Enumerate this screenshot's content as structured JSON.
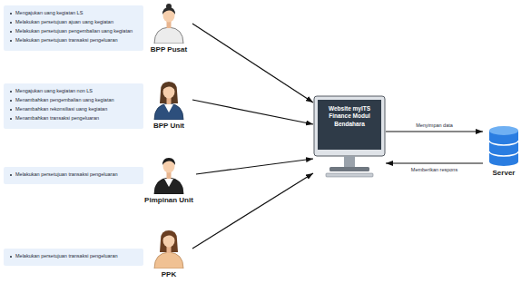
{
  "diagram": {
    "nodes": [
      {
        "text": [
          "Mengajukan uang kegiatan LS",
          "Melakukan persetujuan ajuan uang kegiatan",
          "Melakukan persetujuan pengembalian uang kegiatan",
          "Melakukan persetujuan transaksi pengeluaran"
        ]
      },
      {
        "text": [
          "BPP Pusat"
        ]
      },
      {
        "text": [
          "Mengajukan uang kegiatan non LS",
          "Menambahkan pengembalian uang kegiatan",
          "Menambahkan rekonsiliasi uang kegiatan",
          "Menambahkan transaksi pengeluaran"
        ]
      },
      {
        "text": [
          "BPP Unit"
        ]
      },
      {
        "text": [
          "Melakukan persetujuan transaksi pengeluaran"
        ]
      },
      {
        "text": [
          "Pimpinan Unit"
        ]
      },
      {
        "text": [
          "Melakukan persetujuan transaksi pengeluaran"
        ]
      },
      {
        "text": [
          "PPK"
        ]
      },
      {
        "text": [
          "Website myITS Finance Modul Bendahara"
        ]
      },
      {
        "text": [
          "Server"
        ]
      }
    ],
    "edges": [
      {
        "from": 1,
        "to": 8,
        "arrow": "to"
      },
      {
        "from": 3,
        "to": 8,
        "arrow": "to"
      },
      {
        "from": 5,
        "to": 8,
        "arrow": "to"
      },
      {
        "from": 7,
        "to": 8,
        "arrow": "to"
      },
      {
        "from": 8,
        "to": 9,
        "label": "Menyimpan data",
        "arrow": "to"
      },
      {
        "from": 9,
        "to": 8,
        "label": "Memberikan respons",
        "arrow": "to"
      }
    ]
  }
}
